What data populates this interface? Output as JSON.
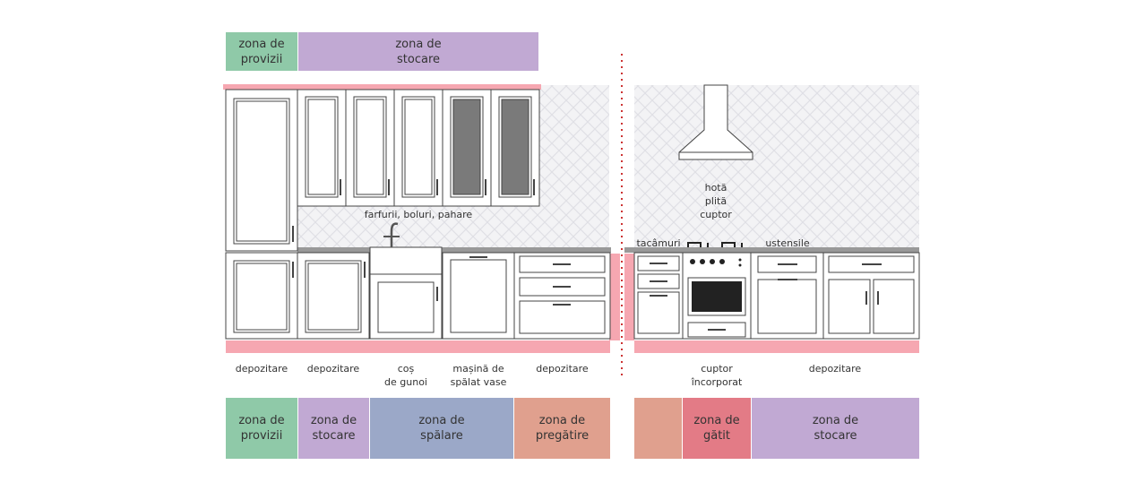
{
  "colors": {
    "provizii": "#8fc9a8",
    "stocare": "#c1a9d3",
    "spalare": "#9ba8c8",
    "pregatire": "#e0a08e",
    "gatit": "#e37b86",
    "floor_pink": "#f6a7b1",
    "divider": "#cc3333"
  },
  "top_zones": [
    {
      "label": "zona de\nprovizii",
      "color": "provizii"
    },
    {
      "label": "zona de\nstocare",
      "color": "stocare"
    }
  ],
  "bottom_zones": [
    {
      "label": "zona de\nprovizii",
      "color": "provizii"
    },
    {
      "label": "zona de\nstocare",
      "color": "stocare"
    },
    {
      "label": "zona de\nspălare",
      "color": "spalare"
    },
    {
      "label": "zona de\npregătire",
      "color": "pregatire"
    },
    {
      "label": "",
      "color": "pregatire"
    },
    {
      "label": "zona de\ngătit",
      "color": "gatit"
    },
    {
      "label": "zona de\nstocare",
      "color": "stocare"
    }
  ],
  "bottom_labels": [
    "depozitare",
    "depozitare",
    "coș\nde gunoi",
    "mașină de\nspălat vase",
    "depozitare",
    "cuptor\nîncorporat",
    "depozitare"
  ],
  "wall_labels": {
    "dishes": "farfurii, boluri, pahare",
    "cooking": "hotă\nplită\ncuptor",
    "cutlery": "tacâmuri",
    "utensils": "ustensile"
  }
}
